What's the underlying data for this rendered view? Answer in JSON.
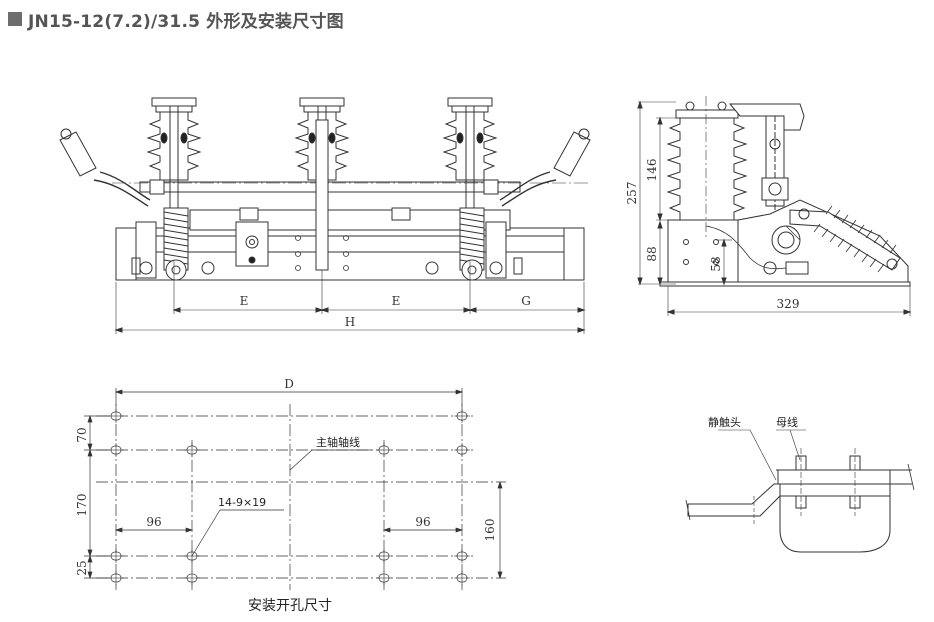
{
  "title": "JN15-12(7.2)/31.5 外形及安装尺寸图",
  "front_view": {
    "dim_e1": "E",
    "dim_e2": "E",
    "dim_g": "G",
    "dim_h": "H"
  },
  "side_view": {
    "dim_257": "257",
    "dim_146": "146",
    "dim_88": "88",
    "dim_58": "58",
    "dim_329": "329"
  },
  "mounting": {
    "dim_d": "D",
    "dim_70": "70",
    "dim_170": "170",
    "dim_25": "25",
    "dim_96_left": "96",
    "dim_96_right": "96",
    "dim_160": "160",
    "hole_spec": "14-9×19",
    "axis_label": "主轴轴线",
    "caption": "安装开孔尺寸"
  },
  "contact_detail": {
    "static_contact": "静触头",
    "busbar": "母线"
  }
}
